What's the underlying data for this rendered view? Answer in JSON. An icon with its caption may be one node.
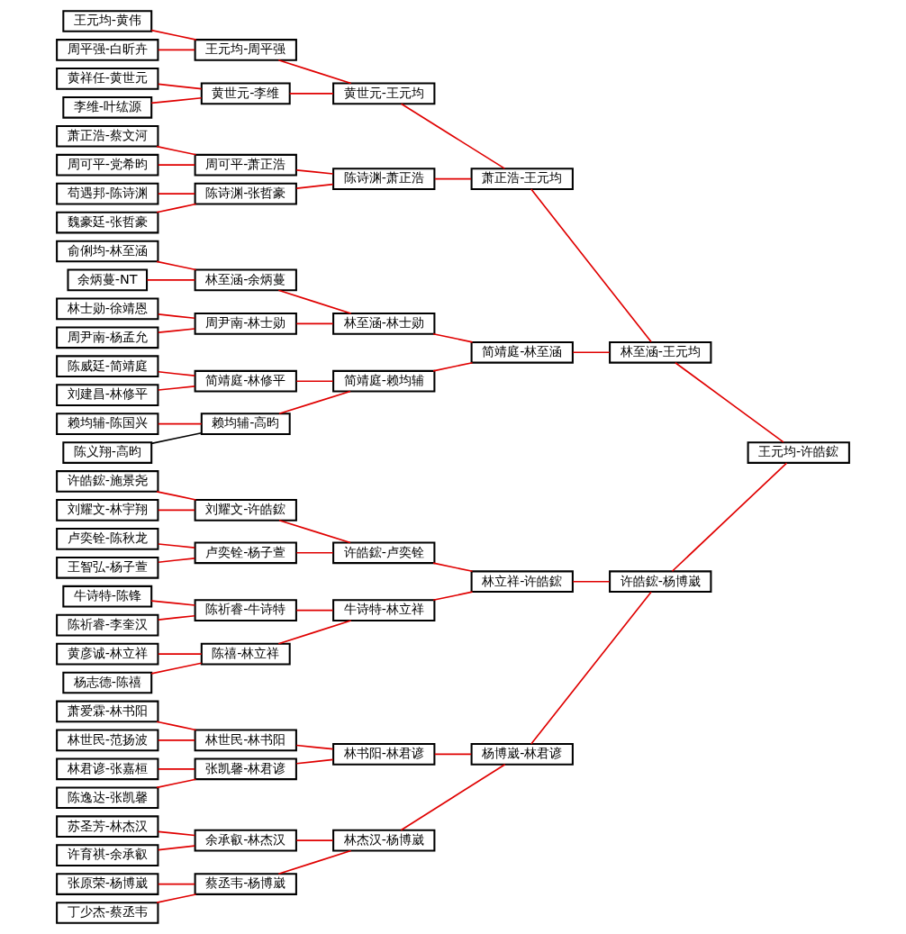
{
  "diagram": {
    "nodes": [
      {
        "text": [
          "许皓鋐-施景尧"
        ]
      },
      {
        "text": [
          "刘耀文-林宇翔"
        ]
      },
      {
        "text": [
          "卢奕铨-陈秋龙"
        ]
      },
      {
        "text": [
          "王智弘-杨子萱"
        ]
      },
      {
        "text": [
          "黄彦诚-林立祥"
        ]
      },
      {
        "text": [
          "杨志德-陈禧"
        ]
      },
      {
        "text": [
          "牛诗特-陈锋"
        ]
      },
      {
        "text": [
          "陈祈睿-李奎汉"
        ]
      },
      {
        "text": [
          "张原荣-杨博崴"
        ]
      },
      {
        "text": [
          "丁少杰-蔡丞韦"
        ]
      },
      {
        "text": [
          "苏圣芳-林杰汉"
        ]
      },
      {
        "text": [
          "许育祺-余承叡"
        ]
      },
      {
        "text": [
          "林君谚-张嘉桓"
        ]
      },
      {
        "text": [
          "陈逸达-张凯馨"
        ]
      },
      {
        "text": [
          "萧爱霖-林书阳"
        ]
      },
      {
        "text": [
          "林世民-范扬波"
        ]
      },
      {
        "text": [
          "王元均-黄伟"
        ]
      },
      {
        "text": [
          "周平强-白昕卉"
        ]
      },
      {
        "text": [
          "黄祥任-黄世元"
        ]
      },
      {
        "text": [
          "李维-叶纮源"
        ]
      },
      {
        "text": [
          "萧正浩-蔡文河"
        ]
      },
      {
        "text": [
          "周可平-党希昀"
        ]
      },
      {
        "text": [
          "苟遇邦-陈诗渊"
        ]
      },
      {
        "text": [
          "魏豪廷-张哲豪"
        ]
      },
      {
        "text": [
          "俞俐均-林至涵"
        ]
      },
      {
        "text": [
          "余炳蔓-NT"
        ]
      },
      {
        "text": [
          "林士勋-徐靖恩"
        ]
      },
      {
        "text": [
          "周尹南-杨孟允"
        ]
      },
      {
        "text": [
          "陈威廷-简靖庭"
        ]
      },
      {
        "text": [
          "刘建昌-林修平"
        ]
      },
      {
        "text": [
          "赖均辅-陈国兴"
        ]
      },
      {
        "text": [
          "陈义翔-高昀"
        ]
      },
      {
        "text": [
          "刘耀文-许皓鋐"
        ]
      },
      {
        "text": [
          "卢奕铨-杨子萱"
        ]
      },
      {
        "text": [
          "陈禧-林立祥"
        ]
      },
      {
        "text": [
          "陈祈睿-牛诗特"
        ]
      },
      {
        "text": [
          "蔡丞韦-杨博崴"
        ]
      },
      {
        "text": [
          "余承叡-林杰汉"
        ]
      },
      {
        "text": [
          "张凯馨-林君谚"
        ]
      },
      {
        "text": [
          "林世民-林书阳"
        ]
      },
      {
        "text": [
          "王元均-周平强"
        ]
      },
      {
        "text": [
          "黄世元-李维"
        ]
      },
      {
        "text": [
          "周可平-萧正浩"
        ]
      },
      {
        "text": [
          "陈诗渊-张哲豪"
        ]
      },
      {
        "text": [
          "林至涵-余炳蔓"
        ]
      },
      {
        "text": [
          "周尹南-林士勋"
        ]
      },
      {
        "text": [
          "简靖庭-林修平"
        ]
      },
      {
        "text": [
          "赖均辅-高昀"
        ]
      },
      {
        "text": [
          "许皓鋐-卢奕铨"
        ]
      },
      {
        "text": [
          "牛诗特-林立祥"
        ]
      },
      {
        "text": [
          "林杰汉-杨博崴"
        ]
      },
      {
        "text": [
          "林书阳-林君谚"
        ]
      },
      {
        "text": [
          "黄世元-王元均"
        ]
      },
      {
        "text": [
          "陈诗渊-萧正浩"
        ]
      },
      {
        "text": [
          "林至涵-林士勋"
        ]
      },
      {
        "text": [
          "简靖庭-赖均辅"
        ]
      },
      {
        "text": [
          "林立祥-许皓鋐"
        ]
      },
      {
        "text": [
          "杨博崴-林君谚"
        ]
      },
      {
        "text": [
          "萧正浩-王元均"
        ]
      },
      {
        "text": [
          "简靖庭-林至涵"
        ]
      },
      {
        "text": [
          "许皓鋐-杨博崴"
        ]
      },
      {
        "text": [
          "林至涵-王元均"
        ]
      },
      {
        "text": [
          "王元均-许皓鋐"
        ]
      }
    ],
    "edges": [
      {
        "from": 0,
        "to": 32,
        "arrow": "none"
      },
      {
        "from": 1,
        "to": 32,
        "arrow": "none"
      },
      {
        "from": 2,
        "to": 33,
        "arrow": "none"
      },
      {
        "from": 3,
        "to": 33,
        "arrow": "none"
      },
      {
        "from": 4,
        "to": 34,
        "arrow": "none"
      },
      {
        "from": 5,
        "to": 34,
        "arrow": "none"
      },
      {
        "from": 6,
        "to": 35,
        "arrow": "none"
      },
      {
        "from": 7,
        "to": 35,
        "arrow": "none"
      },
      {
        "from": 8,
        "to": 36,
        "arrow": "none"
      },
      {
        "from": 9,
        "to": 36,
        "arrow": "none"
      },
      {
        "from": 10,
        "to": 37,
        "arrow": "none"
      },
      {
        "from": 11,
        "to": 37,
        "arrow": "none"
      },
      {
        "from": 12,
        "to": 38,
        "arrow": "none"
      },
      {
        "from": 13,
        "to": 38,
        "arrow": "none"
      },
      {
        "from": 14,
        "to": 39,
        "arrow": "none"
      },
      {
        "from": 15,
        "to": 39,
        "arrow": "none"
      },
      {
        "from": 16,
        "to": 40,
        "arrow": "none"
      },
      {
        "from": 17,
        "to": 40,
        "arrow": "none"
      },
      {
        "from": 18,
        "to": 41,
        "arrow": "none"
      },
      {
        "from": 19,
        "to": 41,
        "arrow": "none"
      },
      {
        "from": 20,
        "to": 42,
        "arrow": "none"
      },
      {
        "from": 21,
        "to": 42,
        "arrow": "none"
      },
      {
        "from": 22,
        "to": 43,
        "arrow": "none"
      },
      {
        "from": 23,
        "to": 43,
        "arrow": "none"
      },
      {
        "from": 24,
        "to": 44,
        "arrow": "none"
      },
      {
        "from": 25,
        "to": 44,
        "arrow": "none"
      },
      {
        "from": 26,
        "to": 45,
        "arrow": "none"
      },
      {
        "from": 27,
        "to": 45,
        "arrow": "none"
      },
      {
        "from": 28,
        "to": 46,
        "arrow": "none"
      },
      {
        "from": 29,
        "to": 46,
        "arrow": "none"
      },
      {
        "from": 30,
        "to": 47,
        "arrow": "none"
      },
      {
        "from": 31,
        "to": 47,
        "arrow": "none",
        "color": "#000000"
      },
      {
        "from": 32,
        "to": 48,
        "arrow": "none"
      },
      {
        "from": 33,
        "to": 48,
        "arrow": "none"
      },
      {
        "from": 34,
        "to": 49,
        "arrow": "none"
      },
      {
        "from": 35,
        "to": 49,
        "arrow": "none"
      },
      {
        "from": 36,
        "to": 50,
        "arrow": "none"
      },
      {
        "from": 37,
        "to": 50,
        "arrow": "none"
      },
      {
        "from": 38,
        "to": 51,
        "arrow": "none"
      },
      {
        "from": 39,
        "to": 51,
        "arrow": "none"
      },
      {
        "from": 40,
        "to": 52,
        "arrow": "none"
      },
      {
        "from": 41,
        "to": 52,
        "arrow": "none"
      },
      {
        "from": 42,
        "to": 53,
        "arrow": "none"
      },
      {
        "from": 43,
        "to": 53,
        "arrow": "none"
      },
      {
        "from": 44,
        "to": 54,
        "arrow": "none"
      },
      {
        "from": 45,
        "to": 54,
        "arrow": "none"
      },
      {
        "from": 46,
        "to": 55,
        "arrow": "none"
      },
      {
        "from": 47,
        "to": 55,
        "arrow": "none"
      },
      {
        "from": 48,
        "to": 56,
        "arrow": "none"
      },
      {
        "from": 49,
        "to": 56,
        "arrow": "none"
      },
      {
        "from": 50,
        "to": 57,
        "arrow": "none"
      },
      {
        "from": 51,
        "to": 57,
        "arrow": "none"
      },
      {
        "from": 52,
        "to": 58,
        "arrow": "none"
      },
      {
        "from": 53,
        "to": 58,
        "arrow": "none"
      },
      {
        "from": 54,
        "to": 59,
        "arrow": "none"
      },
      {
        "from": 55,
        "to": 59,
        "arrow": "none"
      },
      {
        "from": 56,
        "to": 60,
        "arrow": "none"
      },
      {
        "from": 57,
        "to": 60,
        "arrow": "none"
      },
      {
        "from": 58,
        "to": 61,
        "arrow": "none"
      },
      {
        "from": 59,
        "to": 61,
        "arrow": "none"
      },
      {
        "from": 60,
        "to": 62,
        "arrow": "none"
      },
      {
        "from": 61,
        "to": 62,
        "arrow": "none"
      }
    ]
  }
}
